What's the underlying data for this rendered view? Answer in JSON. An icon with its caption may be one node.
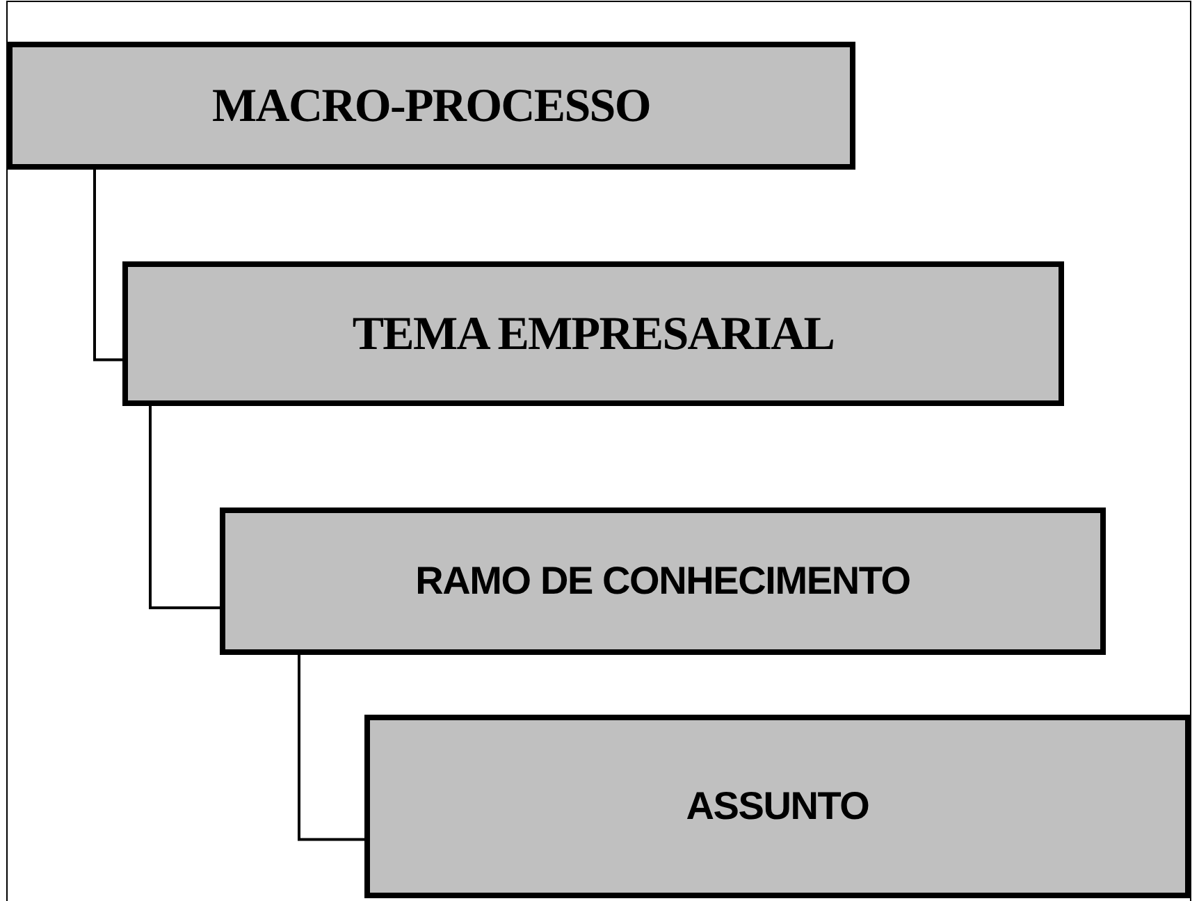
{
  "diagram": {
    "nodes": [
      {
        "text": [
          "MACRO-PROCESSO"
        ]
      },
      {
        "text": [
          "TEMA EMPRESARIAL"
        ]
      },
      {
        "text": [
          "RAMO DE CONHECIMENTO"
        ]
      },
      {
        "text": [
          "ASSUNTO"
        ]
      }
    ],
    "edges": [
      {
        "from": 0,
        "to": 1,
        "arrow": "none"
      },
      {
        "from": 1,
        "to": 2,
        "arrow": "none"
      },
      {
        "from": 2,
        "to": 3,
        "arrow": "none"
      }
    ]
  }
}
